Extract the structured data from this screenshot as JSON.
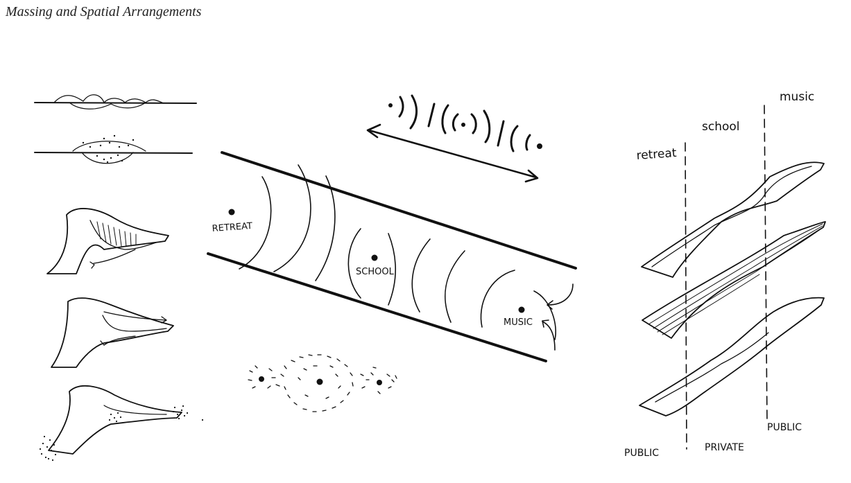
{
  "page": {
    "title": "Massing and Spatial Arrangements"
  },
  "center_diagram": {
    "labels": {
      "retreat": "RETREAT",
      "school": "SCHOOL",
      "music": "MUSIC"
    }
  },
  "right_diagram": {
    "zones": {
      "retreat": "retreat",
      "school": "school",
      "music": "music"
    },
    "bottom": {
      "public_left": "PUBLIC",
      "private": "PRIVATE",
      "public_right": "PUBLIC"
    }
  }
}
